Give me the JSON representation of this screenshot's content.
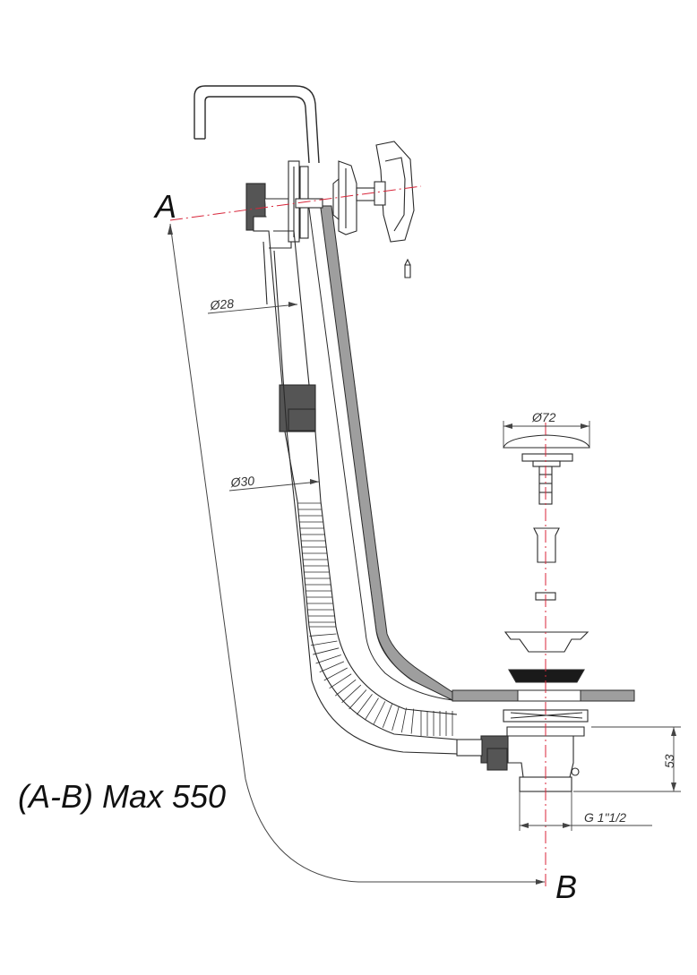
{
  "labels": {
    "point_a": "A",
    "point_b": "B",
    "max_length": "(A-B) Max 550"
  },
  "dimensions": {
    "overflow_pipe_diameter": "Ø28",
    "hose_diameter": "Ø30",
    "plug_diameter": "Ø72",
    "height": "53",
    "thread": "G 1\"1/2"
  },
  "colors": {
    "stroke": "#2a2a2a",
    "pipe_fill": "#9e9e9e",
    "block_fill": "#555555",
    "axis_red": "#d8263a",
    "dim_line": "#444444"
  }
}
